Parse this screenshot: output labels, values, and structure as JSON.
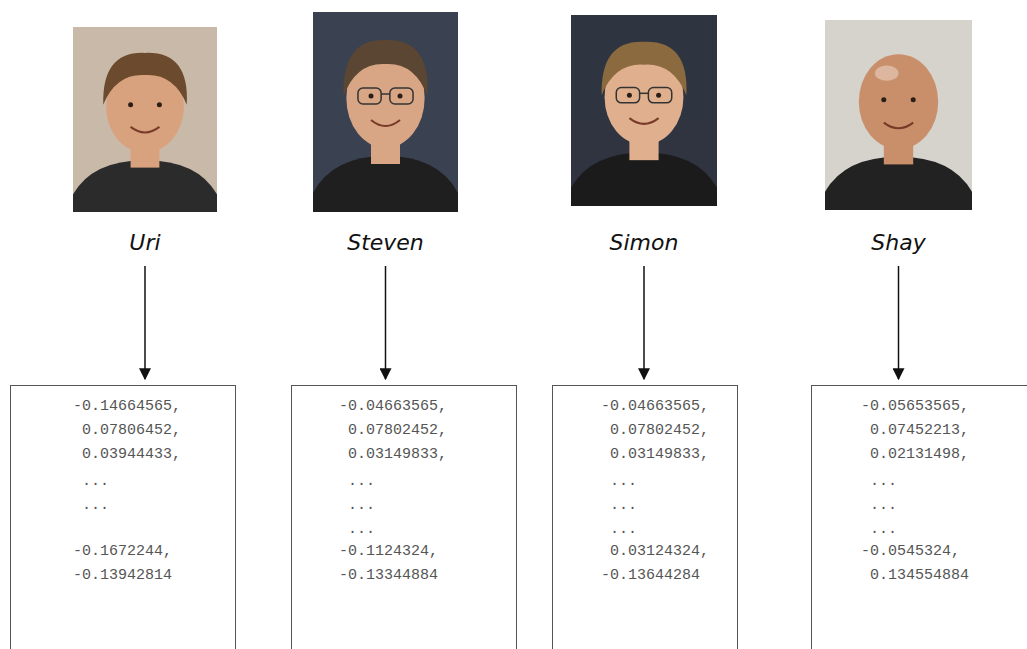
{
  "diagram": {
    "nodes": [
      {
        "text": [
          "Uri"
        ]
      },
      {
        "text": [
          "Steven"
        ]
      },
      {
        "text": [
          "Simon"
        ]
      },
      {
        "text": [
          "Shay"
        ]
      },
      {
        "text": [
          "-0.14664565,",
          "0.07806452,",
          "0.03944433,",
          "...",
          "...",
          "-0.1672244,",
          "-0.13942814"
        ]
      },
      {
        "text": [
          "-0.04663565,",
          "0.07802452,",
          "0.03149833,",
          "...",
          "...",
          "...",
          "-0.1124324,",
          "-0.13344884"
        ]
      },
      {
        "text": [
          "-0.04663565,",
          "0.07802452,",
          "0.03149833,",
          "...",
          "...",
          "...",
          "0.03124324,",
          "-0.13644284"
        ]
      },
      {
        "text": [
          "-0.05653565,",
          "0.07452213,",
          "0.02131498,",
          "...",
          "...",
          "...",
          "-0.0545324,",
          "0.134554884"
        ]
      }
    ],
    "edges": [
      {
        "from": 0,
        "to": 4,
        "arrow": "to"
      },
      {
        "from": 1,
        "to": 5,
        "arrow": "to"
      },
      {
        "from": 2,
        "to": 6,
        "arrow": "to"
      },
      {
        "from": 3,
        "to": 7,
        "arrow": "to"
      }
    ]
  }
}
